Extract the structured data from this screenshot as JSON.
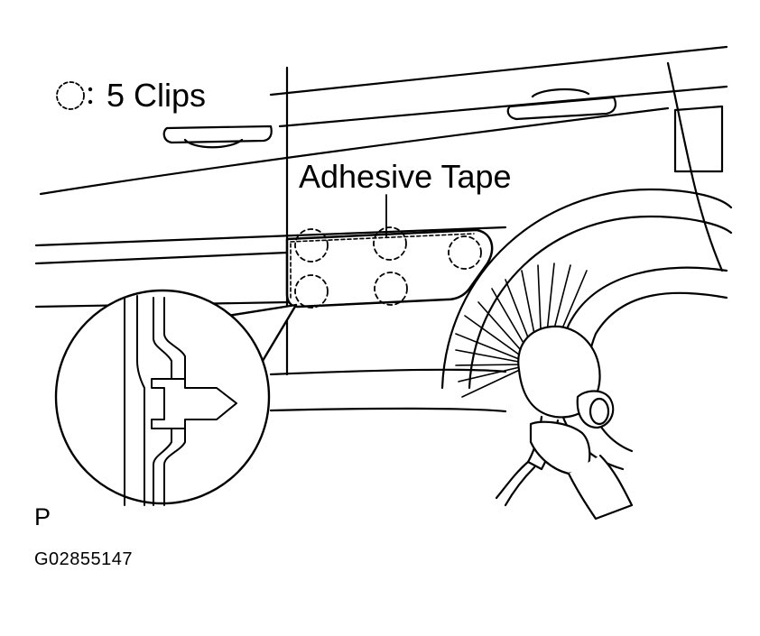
{
  "legend": {
    "icon": "dashed-circle-icon",
    "text": "5 Clips"
  },
  "callouts": {
    "adhesive_tape": "Adhesive Tape"
  },
  "view_letter": "P",
  "figure_code": "G02855147"
}
